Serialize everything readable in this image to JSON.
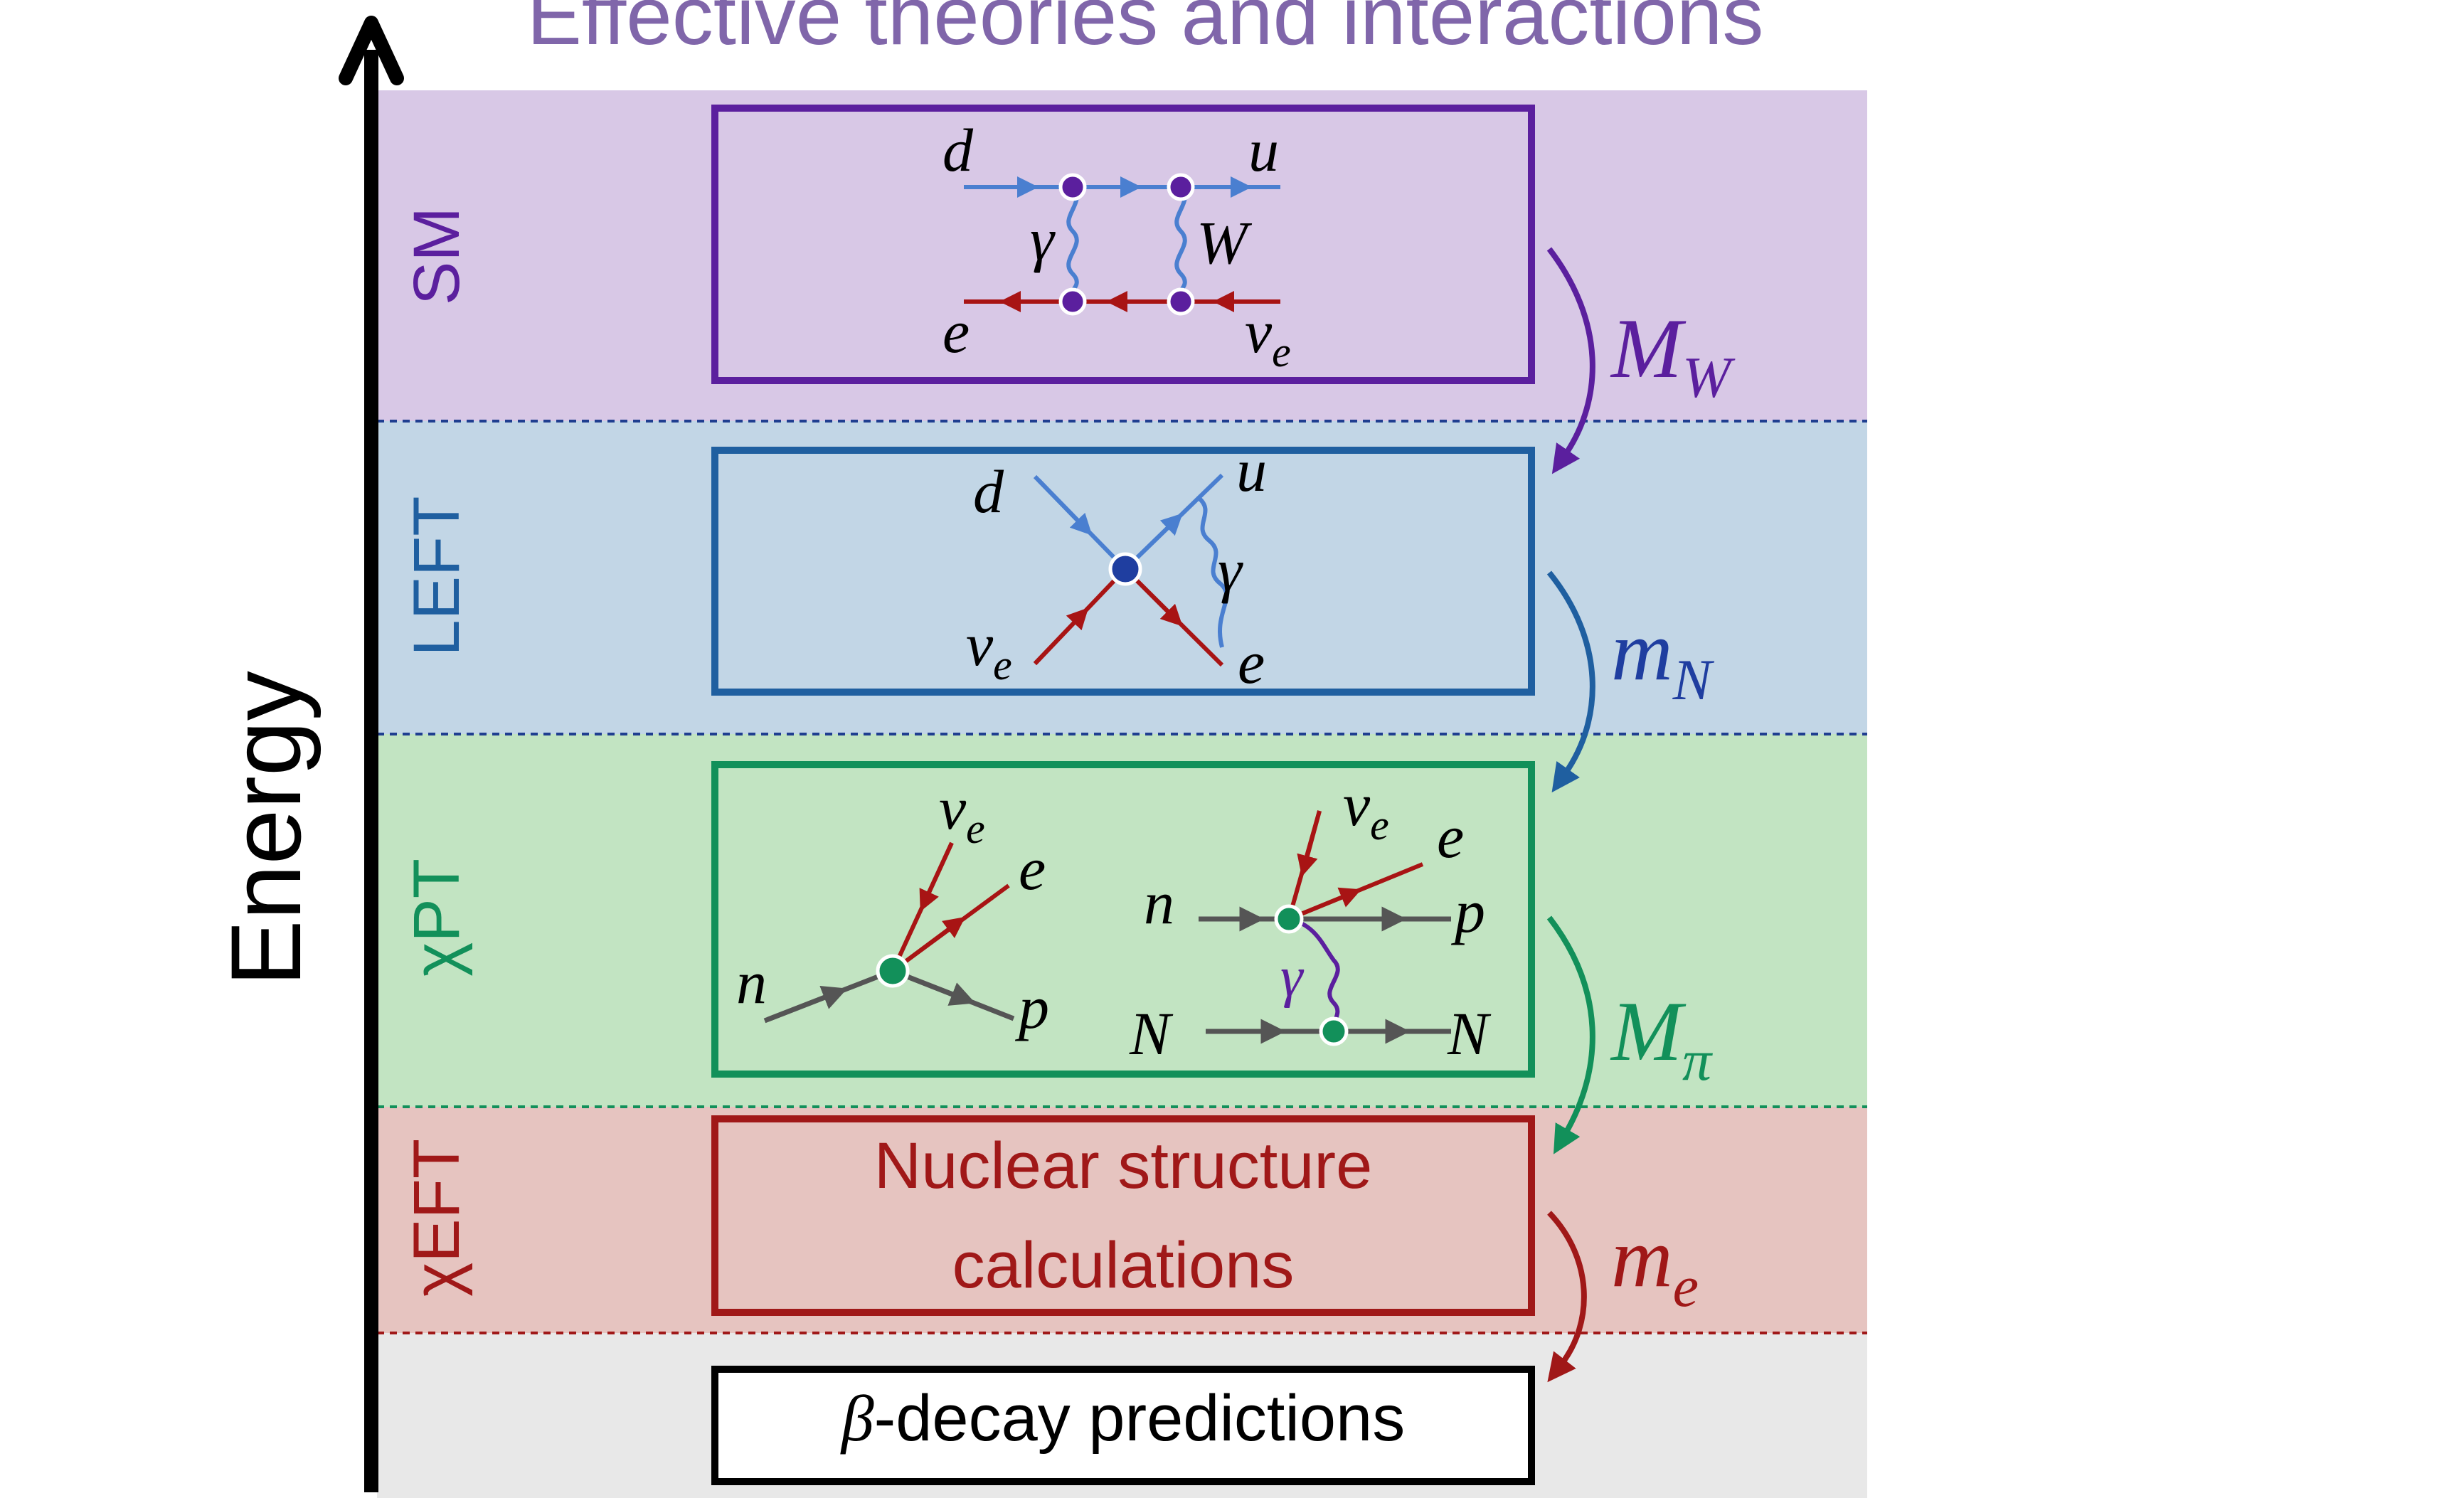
{
  "title": "Effective theories and interactions",
  "axis_label": "Energy",
  "colors": {
    "title": "#8066AA",
    "sm": "#5B1F9E",
    "left": "#1F5FA0",
    "chpt": "#12905A",
    "chieft": "#A01818",
    "quark": "#4A7FD0",
    "lepton": "#A81414",
    "nucleon": "#555555",
    "band_sm": "#D8C8E6",
    "band_left": "#C2D6E6",
    "band_chpt": "#C2E4C2",
    "band_chieft": "#E6C4C0",
    "band_bottom": "#E8E8E8"
  },
  "bands": {
    "sm": {
      "label": "SM"
    },
    "left": {
      "label": "LEFT"
    },
    "chpt": {
      "label": "χPT"
    },
    "chieft": {
      "label": "χEFT"
    }
  },
  "boxes": {
    "sm": {
      "labels": {
        "d": "d",
        "u": "u",
        "gamma": "γ",
        "W": "W",
        "e": "e",
        "nu": "ν",
        "nu_sub": "e"
      }
    },
    "left": {
      "labels": {
        "d": "d",
        "u": "u",
        "gamma": "γ",
        "nu": "ν",
        "nu_sub": "e",
        "e": "e"
      }
    },
    "chpt": {
      "left_diagram": {
        "nu": "ν",
        "nu_sub": "e",
        "e": "e",
        "n": "n",
        "p": "p"
      },
      "right_diagram": {
        "nu": "ν",
        "nu_sub": "e",
        "e": "e",
        "n": "n",
        "p": "p",
        "gamma": "γ",
        "N_left": "N",
        "N_right": "N"
      }
    },
    "nuclear": {
      "line1": "Nuclear structure",
      "line2": "calculations"
    },
    "predictions": {
      "beta": "β",
      "text": "-decay predictions"
    }
  },
  "scales": {
    "mw": {
      "main": "M",
      "sub": "W"
    },
    "mn": {
      "main": "m",
      "sub": "N"
    },
    "mpi": {
      "main": "M",
      "sub": "π"
    },
    "me": {
      "main": "m",
      "sub": "e"
    }
  },
  "icons": {
    "energy_axis": "up-arrow-icon",
    "transition": "curved-down-arrow-icon"
  }
}
